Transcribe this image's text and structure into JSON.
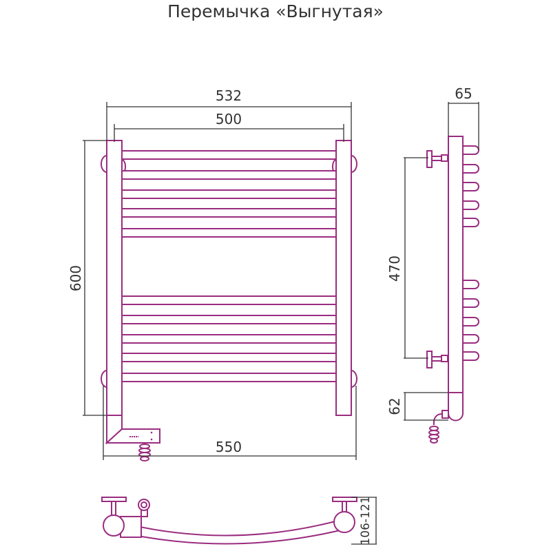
{
  "title": "Перемычка «Выгнутая»",
  "dimensions": {
    "overall_width": "532",
    "bar_width": "500",
    "height": "600",
    "total_width": "550",
    "depth": "65",
    "mount_spacing": "470",
    "heater_offset": "62",
    "wall_distance": "106-121"
  },
  "colors": {
    "line": "#9a2c7f",
    "dimension": "#333333"
  }
}
